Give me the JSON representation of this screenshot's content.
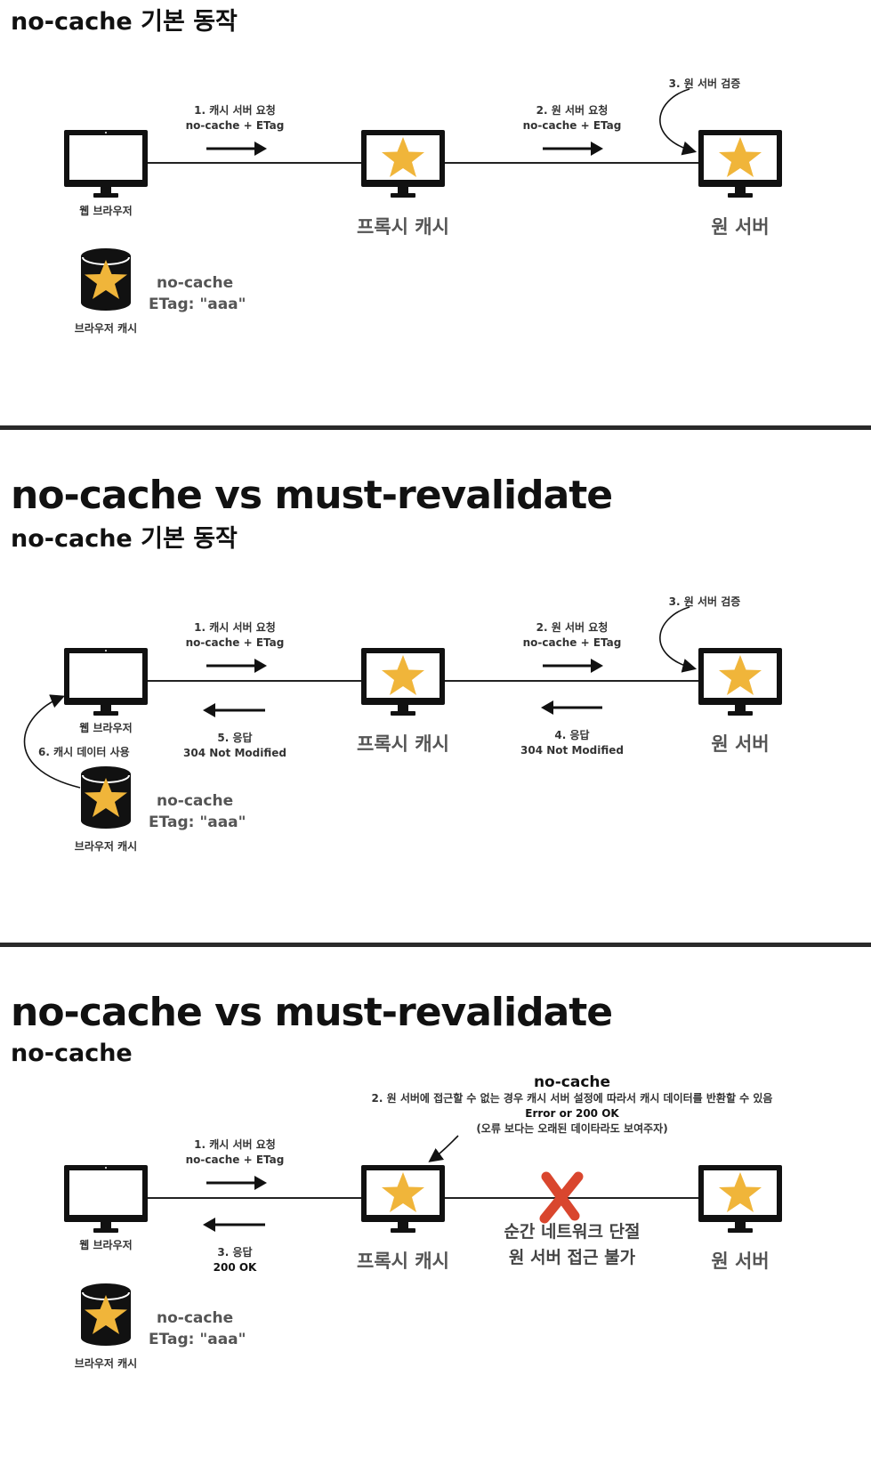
{
  "panels": [
    {
      "title": "",
      "subtitle": "no-cache 기본 동작",
      "arrow1": {
        "line1": "1. 캐시 서버 요청",
        "line2": "no-cache + ETag"
      },
      "arrow2": {
        "line1": "2. 원 서버 요청",
        "line2": "no-cache + ETag"
      },
      "verify": "3. 원 서버 검증",
      "browser_label": "웹 브라우저",
      "proxy_label": "프록시 캐시",
      "origin_label": "원 서버",
      "cache_label": "브라우저 캐시",
      "cache_tag1": "no-cache",
      "cache_tag2": "ETag: \"aaa\""
    },
    {
      "title": "no-cache vs must-revalidate",
      "subtitle": "no-cache 기본 동작",
      "arrow1": {
        "line1": "1. 캐시 서버 요청",
        "line2": "no-cache + ETag"
      },
      "arrow2": {
        "line1": "2. 원 서버 요청",
        "line2": "no-cache + ETag"
      },
      "verify": "3. 원 서버 검증",
      "resp4": {
        "line1": "4. 응답",
        "line2": "304 Not Modified"
      },
      "resp5": {
        "line1": "5. 응답",
        "line2": "304 Not Modified"
      },
      "use_cache": "6. 캐시 데이터 사용",
      "browser_label": "웹 브라우저",
      "proxy_label": "프록시 캐시",
      "origin_label": "원 서버",
      "cache_label": "브라우저 캐시",
      "cache_tag1": "no-cache",
      "cache_tag2": "ETag: \"aaa\""
    },
    {
      "title": "no-cache vs must-revalidate",
      "subtitle": "no-cache",
      "note_title": "no-cache",
      "note_line1": "2. 원 서버에 접근할 수 없는 경우 캐시 서버 설정에 따라서 캐시 데이터를 반환할 수 있음",
      "note_line2": "Error or 200 OK",
      "note_line3": "(오류 보다는 오래된 데이타라도 보여주자)",
      "arrow1": {
        "line1": "1. 캐시 서버 요청",
        "line2": "no-cache + ETag"
      },
      "resp3": {
        "line1": "3. 응답",
        "line2": "200 OK"
      },
      "network_line1": "순간 네트워크 단절",
      "network_line2": "원 서버 접근 불가",
      "browser_label": "웹 브라우저",
      "proxy_label": "프록시 캐시",
      "origin_label": "원 서버",
      "cache_label": "브라우저 캐시",
      "cache_tag1": "no-cache",
      "cache_tag2": "ETag: \"aaa\""
    }
  ],
  "colors": {
    "star": "#F0B53A",
    "monitor": "#111111",
    "divider": "#2a2a2a",
    "cross": "#D9462E"
  },
  "icons": [
    "monitor-icon",
    "star-icon",
    "database-icon",
    "arrow-right-icon",
    "arrow-left-icon",
    "curved-arrow-icon",
    "cross-icon"
  ]
}
